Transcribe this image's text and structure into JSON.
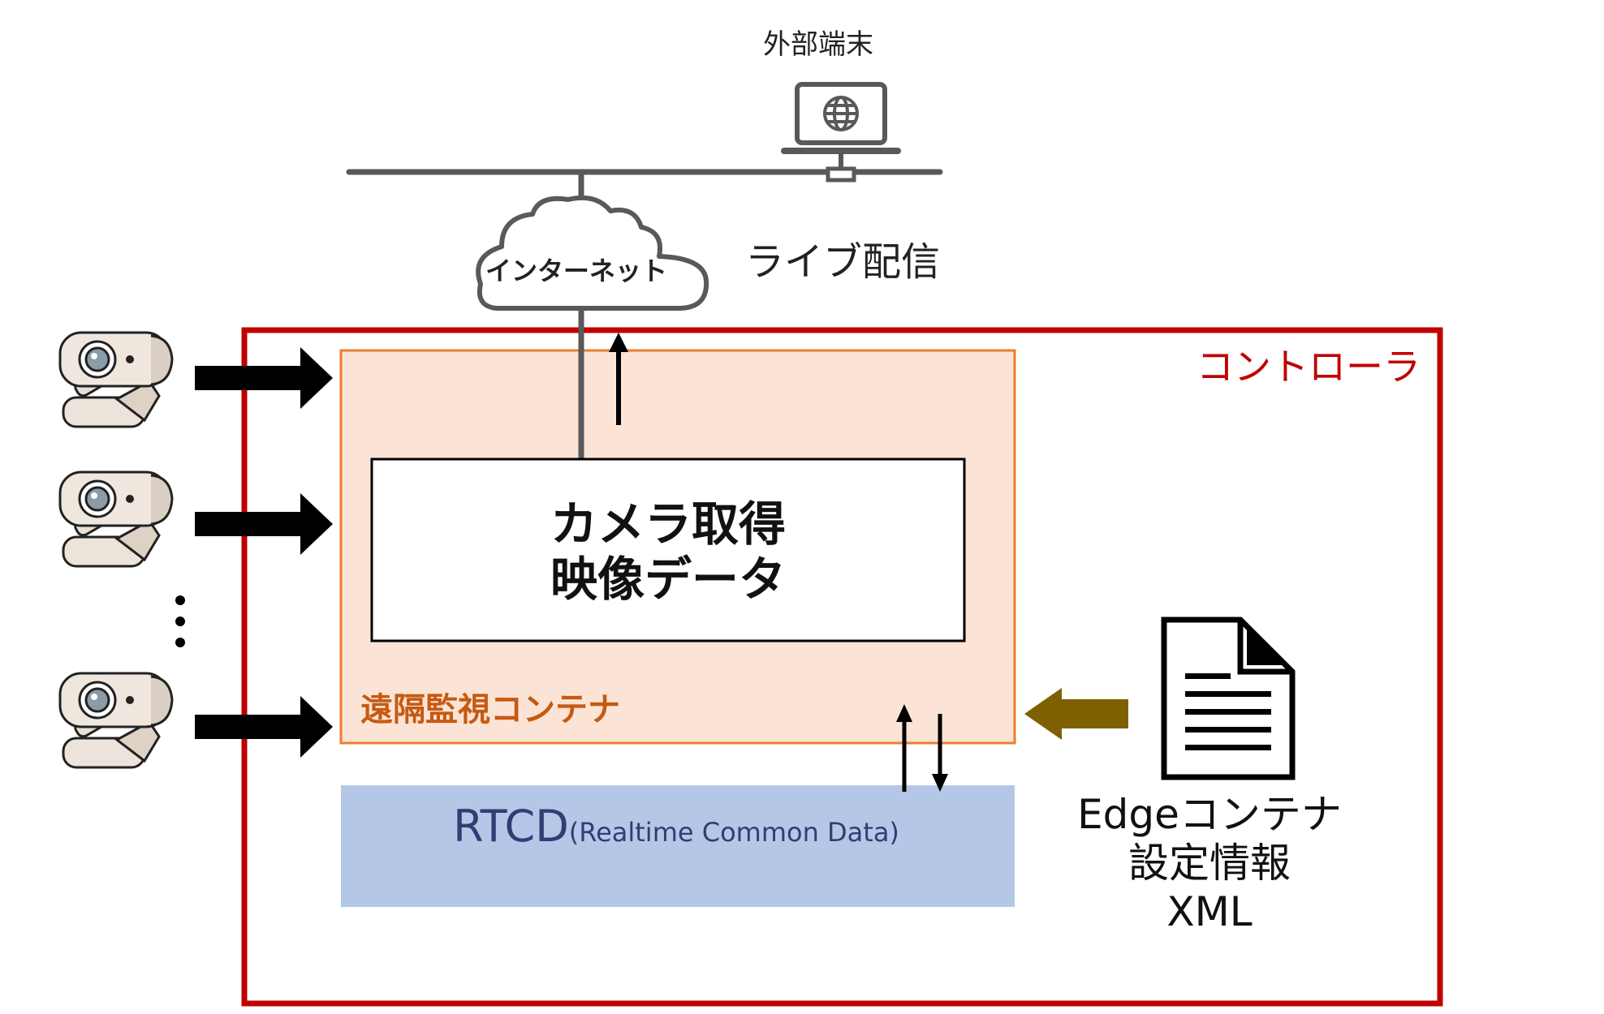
{
  "external_terminal": {
    "label": "外部端末"
  },
  "internet": {
    "label": "インターネット"
  },
  "live_stream": {
    "label": "ライブ配信"
  },
  "controller": {
    "label": "コントローラ",
    "color": "#c00000"
  },
  "monitoring_container": {
    "label": "遠隔監視コンテナ",
    "fill": "#fbe4d5",
    "border": "#ed7d31",
    "text_color": "#c55a11"
  },
  "camera_data": {
    "line1": "カメラ取得",
    "line2": "映像データ"
  },
  "rtcd": {
    "name": "RTCD",
    "full_name": "(Realtime Common Data)",
    "fill": "#b4c7e7",
    "text_color": "#2f3f73"
  },
  "edge_config": {
    "line1": "Edgeコンテナ",
    "line2": "設定情報",
    "line3": "XML"
  },
  "cameras": [
    {
      "icon": "webcam-icon"
    },
    {
      "icon": "webcam-icon"
    },
    {
      "icon": "webcam-icon"
    }
  ],
  "colors": {
    "line": "#595959",
    "arrow": "#000000",
    "xml_arrow": "#7f6000"
  }
}
